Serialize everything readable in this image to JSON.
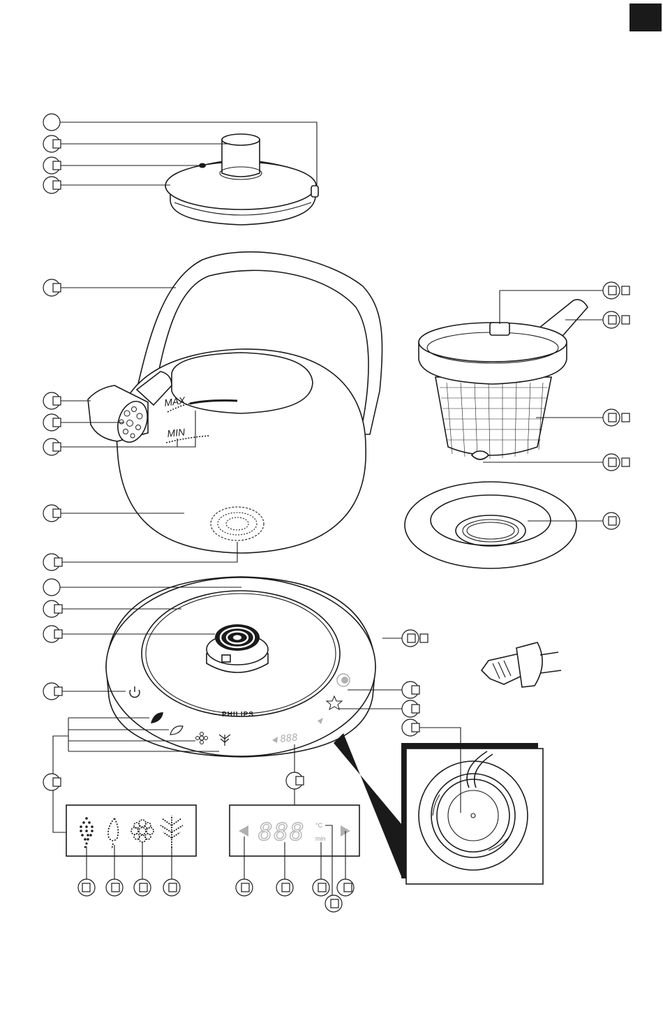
{
  "brand": {
    "logo_text": "PHILIPS"
  },
  "kettle": {
    "level_max": "MAX",
    "level_min": "MIN"
  },
  "display": {
    "digits": "888",
    "unit_temp": "°C",
    "unit_time": "min"
  },
  "colors": {
    "ink": "#1a1a1a",
    "corner_tab": "#1a1a1a",
    "display_grey": "#b0b0b0",
    "paper": "#ffffff"
  },
  "icons": [
    "power-icon",
    "tea-leaf-black-icon",
    "tea-leaf-green-icon",
    "flower-icon",
    "herbal-icon",
    "keep-warm-icon",
    "favourite-star-icon",
    "arrow-left-icon",
    "arrow-right-icon",
    "steam-icon"
  ]
}
